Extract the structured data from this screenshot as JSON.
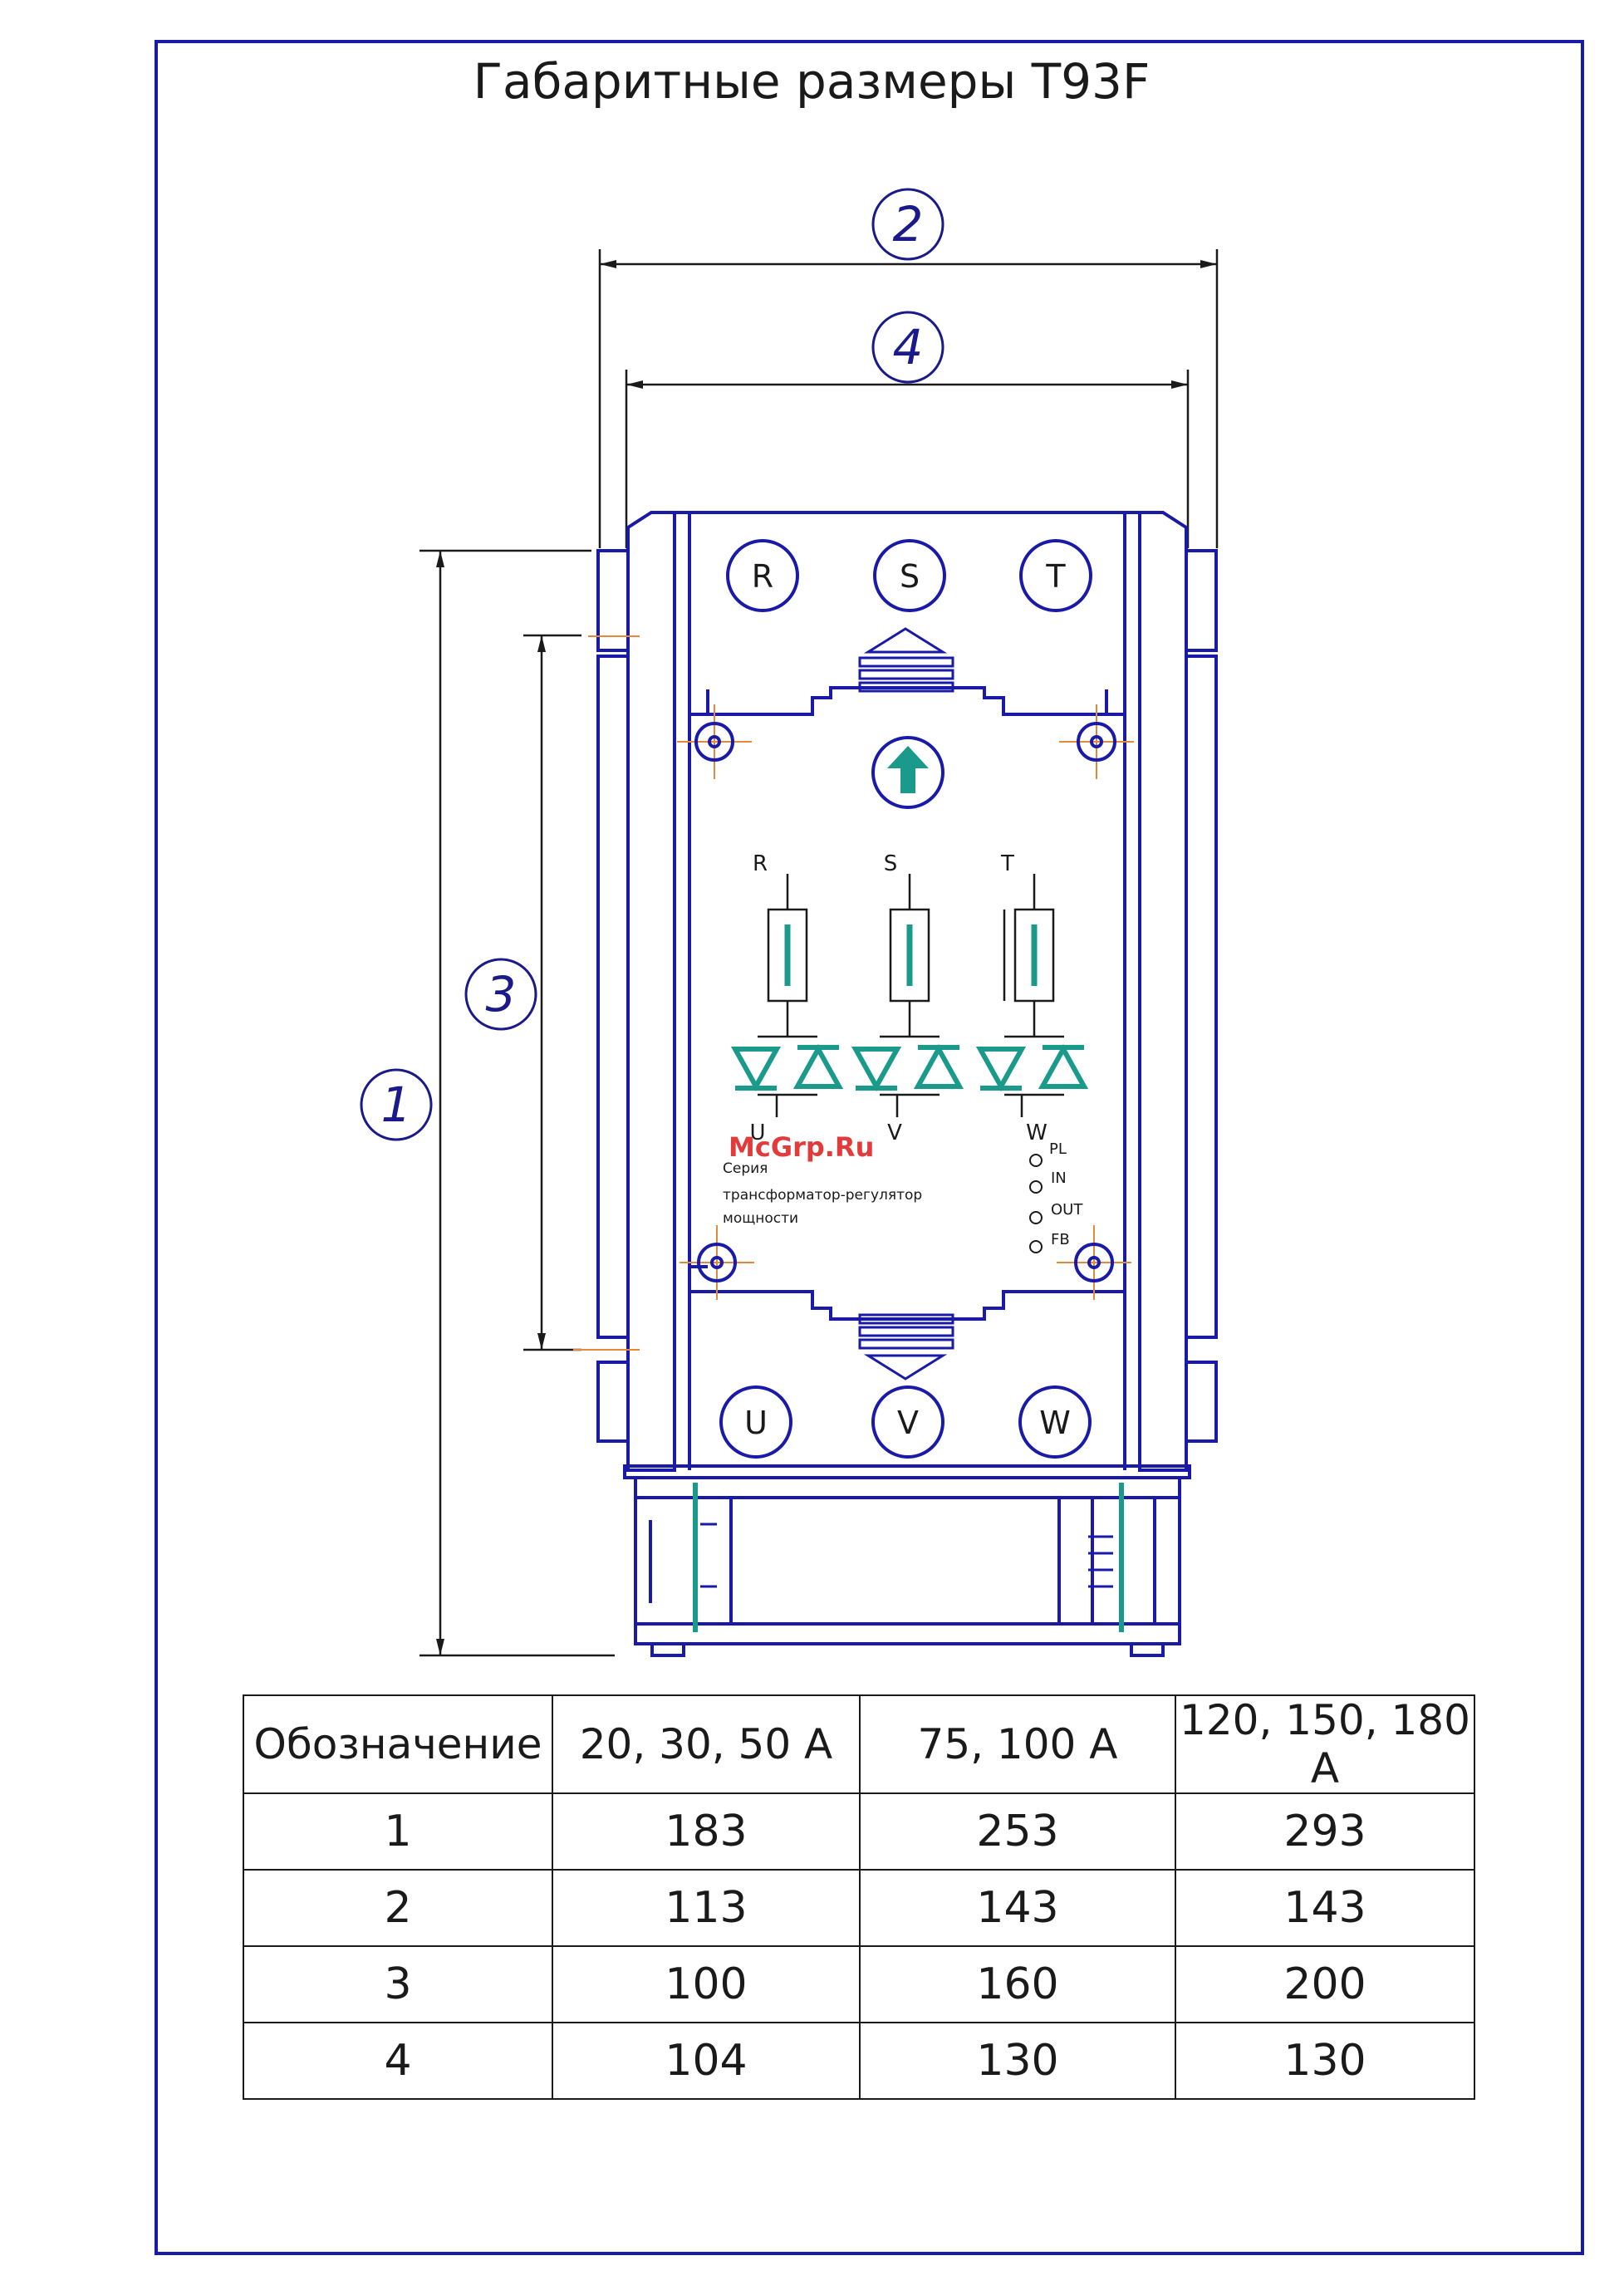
{
  "title": "Габаритные размеры T93F",
  "dimension_labels": [
    "1",
    "2",
    "3",
    "4"
  ],
  "terminals_top": [
    "R",
    "S",
    "T"
  ],
  "terminals_bottom": [
    "U",
    "V",
    "W"
  ],
  "phase_top_labels": [
    "R",
    "S",
    "T"
  ],
  "phase_bottom_labels": [
    "U",
    "V",
    "W"
  ],
  "leds": [
    "PL",
    "IN",
    "OUT",
    "FB"
  ],
  "panel_text": [
    "Серия",
    "трансформатор-регулятор",
    "мощности"
  ],
  "watermark": "McGrp.Ru",
  "colors": {
    "frame": "#1a1aa8",
    "accent": "#1a9a8a",
    "dim": "#1a1a1a",
    "centerline": "#e08a3a"
  },
  "table": {
    "headers": [
      "Обозначение",
      "20, 30, 50 A",
      "75, 100 A",
      "120, 150, 180 A"
    ],
    "rows": [
      [
        "1",
        "183",
        "253",
        "293"
      ],
      [
        "2",
        "113",
        "143",
        "143"
      ],
      [
        "3",
        "100",
        "160",
        "200"
      ],
      [
        "4",
        "104",
        "130",
        "130"
      ]
    ]
  }
}
